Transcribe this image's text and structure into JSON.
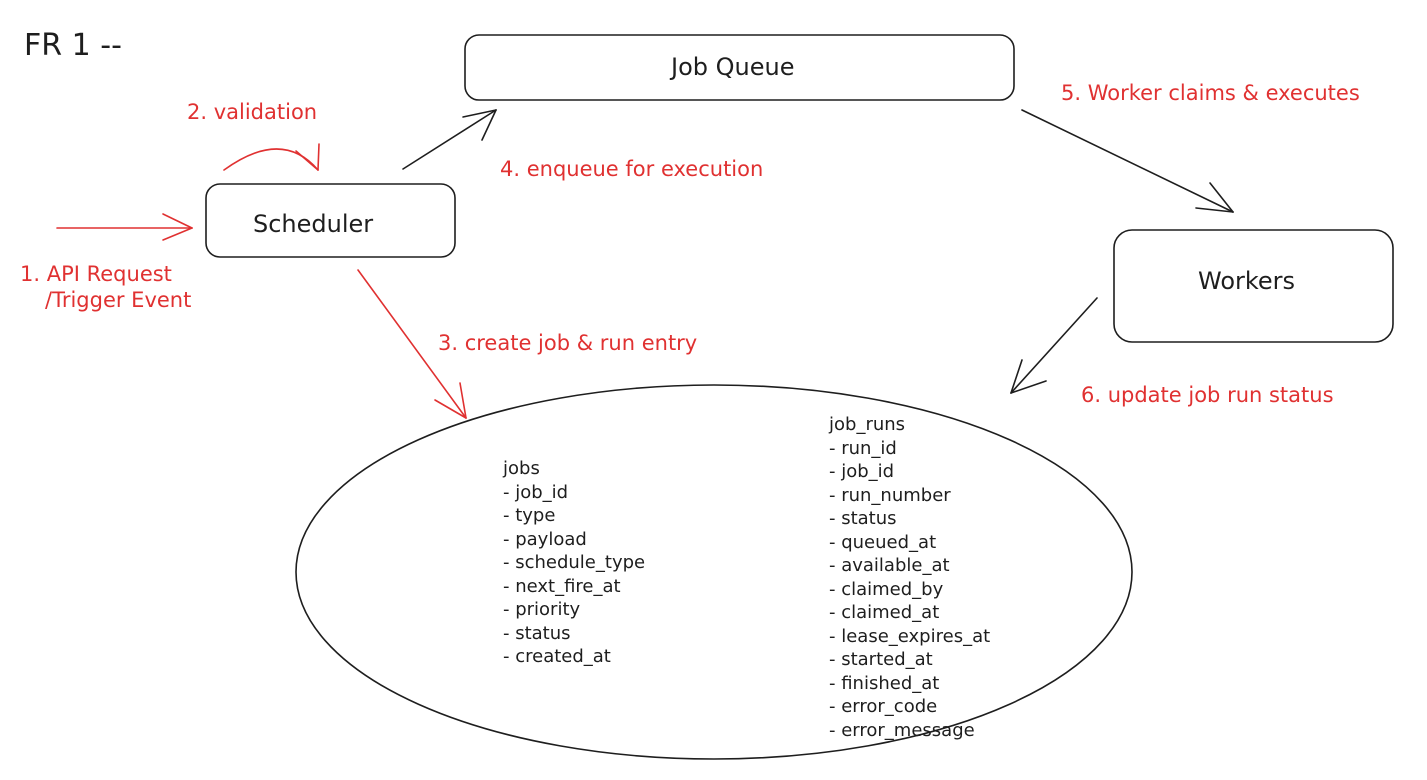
{
  "title": "FR 1 --",
  "nodes": {
    "job_queue": "Job Queue",
    "scheduler": "Scheduler",
    "workers": "Workers"
  },
  "steps": {
    "step1_line1": "1. API Request",
    "step1_line2": "/Trigger Event",
    "step2": "2. validation",
    "step3": "3. create job & run entry",
    "step4": "4. enqueue for execution",
    "step5": "5. Worker claims & executes",
    "step6": "6. update job run status"
  },
  "jobs_table": {
    "name": "jobs",
    "fields": [
      "- job_id",
      "- type",
      "- payload",
      "- schedule_type",
      "- next_fire_at",
      "- priority",
      "- status",
      "- created_at"
    ]
  },
  "job_runs_table": {
    "name": "job_runs",
    "fields": [
      "- run_id",
      "- job_id",
      "- run_number",
      "- status",
      "- queued_at",
      "- available_at",
      "- claimed_by",
      "- claimed_at",
      "- lease_expires_at",
      "- started_at",
      "- finished_at",
      "- error_code",
      "- error_message"
    ]
  },
  "colors": {
    "ink": "#1e1e1e",
    "annotation": "#e03131"
  }
}
